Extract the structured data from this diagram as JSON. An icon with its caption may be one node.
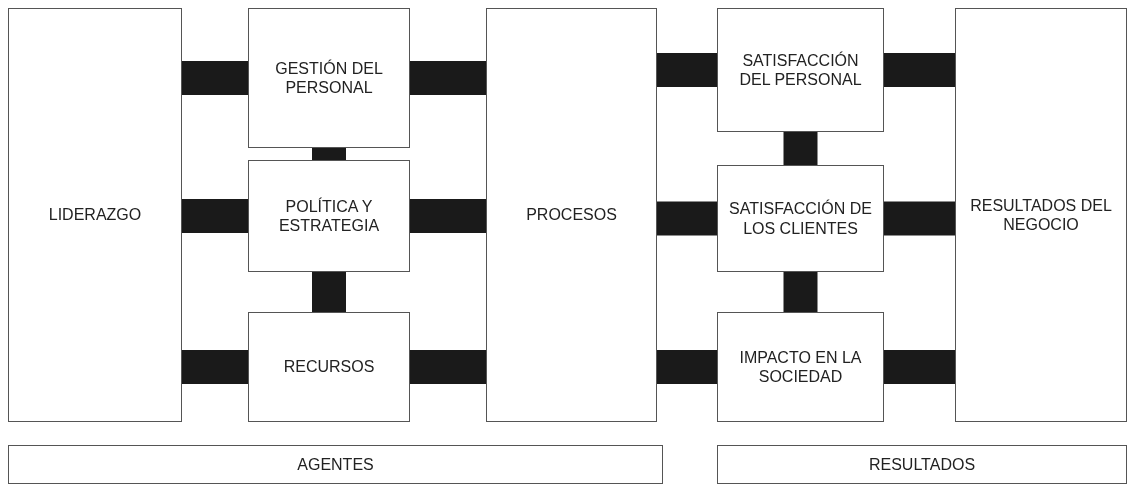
{
  "diagram": {
    "nodes": [
      {
        "text": [
          "LIDERAZGO"
        ]
      },
      {
        "text": [
          "GESTIÓN DEL PERSONAL"
        ]
      },
      {
        "text": [
          "POLÍTICA Y ESTRATEGIA"
        ]
      },
      {
        "text": [
          "RECURSOS"
        ]
      },
      {
        "text": [
          "PROCESOS"
        ]
      },
      {
        "text": [
          "SATISFACCIÓN DEL PERSONAL"
        ]
      },
      {
        "text": [
          "SATISFACCIÓN DE LOS CLIENTES"
        ]
      },
      {
        "text": [
          "IMPACTO EN LA SOCIEDAD"
        ]
      },
      {
        "text": [
          "RESULTADOS DEL NEGOCIO"
        ]
      },
      {
        "text": [
          "AGENTES"
        ]
      },
      {
        "text": [
          "RESULTADOS"
        ]
      }
    ],
    "edges": [
      {
        "from": 0,
        "to": 1,
        "arrow": "none"
      },
      {
        "from": 1,
        "to": 4,
        "arrow": "none"
      },
      {
        "from": 0,
        "to": 2,
        "arrow": "none"
      },
      {
        "from": 2,
        "to": 4,
        "arrow": "none"
      },
      {
        "from": 0,
        "to": 3,
        "arrow": "none"
      },
      {
        "from": 3,
        "to": 4,
        "arrow": "none"
      },
      {
        "from": 1,
        "to": 2,
        "arrow": "none"
      },
      {
        "from": 2,
        "to": 3,
        "arrow": "none"
      },
      {
        "from": 4,
        "to": 5,
        "arrow": "none"
      },
      {
        "from": 4,
        "to": 6,
        "arrow": "none"
      },
      {
        "from": 4,
        "to": 7,
        "arrow": "none"
      },
      {
        "from": 5,
        "to": 6,
        "arrow": "none"
      },
      {
        "from": 6,
        "to": 7,
        "arrow": "none"
      },
      {
        "from": 5,
        "to": 8,
        "arrow": "none"
      },
      {
        "from": 6,
        "to": 8,
        "arrow": "none"
      },
      {
        "from": 7,
        "to": 8,
        "arrow": "none"
      }
    ]
  }
}
